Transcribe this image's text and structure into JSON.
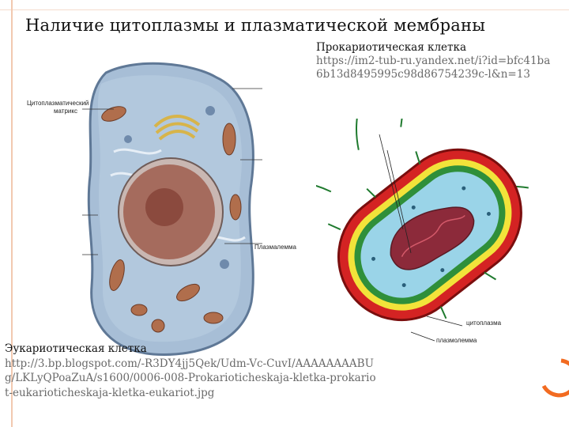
{
  "slide": {
    "title": "Наличие цитоплазмы и плазматической мембраны"
  },
  "prokaryote": {
    "caption": "Прокариотическая клетка",
    "source": "https://im2-tub-ru.yandex.net/i?id=bfc41ba6b13d8495995c98d86754239c-l&n=13",
    "labels": {
      "cytoplasm": "цитоплазма",
      "plasmalemma": "плазмолемма"
    }
  },
  "eukaryote": {
    "caption": "Эукариотическая клетка",
    "source": "http://3.bp.blogspot.com/-R3DY4jj5Qek/Udm-Vc-CuvI/AAAAAAAABUg/LKLyQPoaZuA/s1600/0006-008-Prokarioticheskaja-kletka-prokariot-eukarioticheskaja-kletka-eukariot.jpg",
    "labels": {
      "matrix_line1": "Цитоплазматический",
      "matrix_line2": "матрикс",
      "plasmalemma": "Плазмалемма"
    }
  },
  "colors": {
    "accent": "#f26b21",
    "eukaryote_cytoplasm": "#a7bed6",
    "prokaryote_wall": "#d42323"
  }
}
